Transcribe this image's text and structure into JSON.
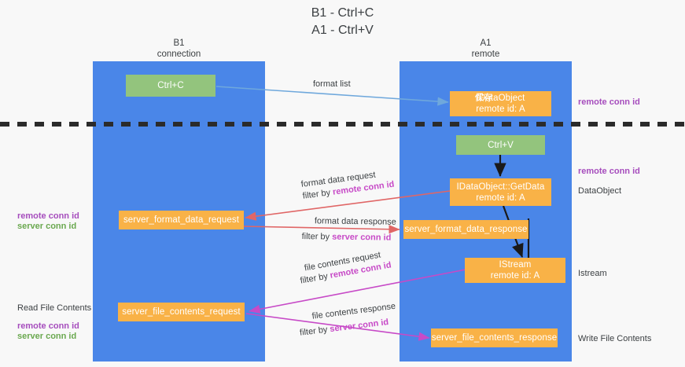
{
  "title": {
    "line1": "B1 - Ctrl+C",
    "line2": "A1 - Ctrl+V"
  },
  "columns": [
    {
      "id": "b1",
      "name": "B1",
      "role": "connection"
    },
    {
      "id": "a1",
      "name": "A1",
      "role": "remote"
    }
  ],
  "nodes": {
    "ctrl_c": {
      "label": "Ctrl+C"
    },
    "ctrl_v": {
      "label": "Ctrl+V"
    },
    "save_idataobject": {
      "ghost": "保存",
      "line1": "IDataObject",
      "line2": "remote id: A"
    },
    "getdata": {
      "line1": "IDataObject::GetData",
      "line2": "remote id: A"
    },
    "istream": {
      "line1": "IStream",
      "line2": "remote id: A"
    },
    "server_format_data_request": {
      "label": "server_format_data_request"
    },
    "server_format_data_response": {
      "label": "server_format_data_response"
    },
    "server_file_contents_request": {
      "label": "server_file_contents_request"
    },
    "server_file_contents_response": {
      "label": "server_file_contents_response"
    }
  },
  "annotations": {
    "format_list": "format list",
    "format_data_request": "format data request",
    "format_data_response": "format data response",
    "file_contents_request": "file contents request",
    "file_contents_response": "file contents response",
    "filter_by": "filter by",
    "remote_conn_id": "remote conn id",
    "server_conn_id": "server conn id"
  },
  "side_labels": {
    "right_remote_conn_id_top": "remote conn id",
    "right_remote_conn_id_mid": "remote conn id",
    "right_dataobject": "DataObject",
    "right_istream": "Istream",
    "right_write_file_contents": "Write File Contents",
    "left_remote_conn_id_mid": "remote conn id",
    "left_server_conn_id_mid": "server conn id",
    "left_read_file_contents": "Read File Contents",
    "left_remote_conn_id_bot": "remote conn id",
    "left_server_conn_id_bot": "server conn id"
  },
  "colors": {
    "column_blue": "#4a86e8",
    "node_green": "#93c47d",
    "node_orange": "#f9b247",
    "arrow_light_blue": "#6fa8dc",
    "arrow_red": "#e06666",
    "arrow_magenta": "#c74ac7",
    "arrow_black": "#1a1a1a",
    "text_purple": "#a64dbd",
    "text_green": "#6aa84f",
    "background": "#f8f8f8"
  }
}
